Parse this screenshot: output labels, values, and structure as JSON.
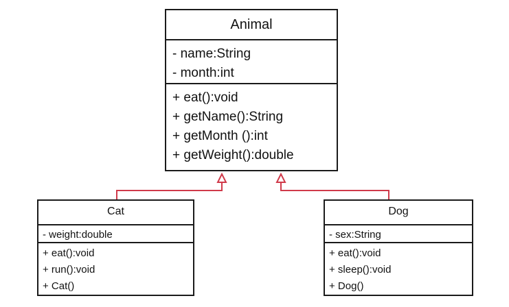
{
  "classes": {
    "animal": {
      "name": "Animal",
      "attributes": [
        "- name:String",
        "- month:int"
      ],
      "operations": [
        "+ eat():void",
        "+ getName():String",
        "+ getMonth ():int",
        "+ getWeight():double"
      ]
    },
    "cat": {
      "name": "Cat",
      "attributes": [
        "- weight:double"
      ],
      "operations": [
        "+ eat():void",
        "+ run():void",
        "+ Cat()"
      ]
    },
    "dog": {
      "name": "Dog",
      "attributes": [
        "- sex:String"
      ],
      "operations": [
        "+ eat():void",
        "+ sleep():void",
        "+ Dog()"
      ]
    }
  },
  "relations": [
    {
      "from": "Cat",
      "to": "Animal",
      "type": "generalization"
    },
    {
      "from": "Dog",
      "to": "Animal",
      "type": "generalization"
    }
  ],
  "colors": {
    "inheritance_line": "#d03a4a",
    "box_border": "#1a1a1a"
  }
}
